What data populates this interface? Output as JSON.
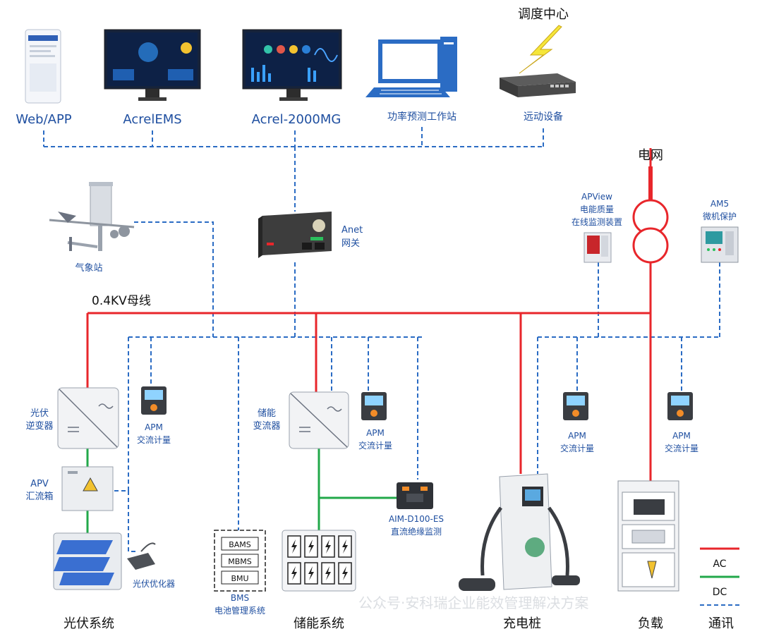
{
  "colors": {
    "ac": "#e8262b",
    "dc": "#22a84a",
    "comm": "#2b6cc4",
    "label_blue": "#1f4fa0",
    "text": "#111111"
  },
  "top_systems": {
    "web_app": "Web/APP",
    "acrel_ems": "AcrelEMS",
    "acrel_2000mg": "Acrel-2000MG",
    "forecast_station": "功率预测工作站",
    "rtu": "远动设备",
    "dispatch_center": "调度中心"
  },
  "gateway": {
    "line1": "Anet",
    "line2": "网关"
  },
  "weather_station": "气象站",
  "grid": "电网",
  "busbar": "0.4KV母线",
  "apview": {
    "line1": "APView",
    "line2": "电能质量",
    "line3": "在线监测装置"
  },
  "am5": {
    "line1": "AM5",
    "line2": "微机保护"
  },
  "pv": {
    "inverter_line1": "光伏",
    "inverter_line2": "逆变器",
    "combiner_line1": "APV",
    "combiner_line2": "汇流箱",
    "optimizer": "光伏优化器",
    "apm_line1": "APM",
    "apm_line2": "交流计量"
  },
  "storage": {
    "pcs_line1": "储能",
    "pcs_line2": "变流器",
    "apm_line1": "APM",
    "apm_line2": "交流计量",
    "aim_line1": "AIM-D100-ES",
    "aim_line2": "直流绝缘监测",
    "bms_layers": [
      "BAMS",
      "MBMS",
      "BMU"
    ],
    "bms_line1": "BMS",
    "bms_line2": "电池管理系统"
  },
  "charger": {
    "apm_line1": "APM",
    "apm_line2": "交流计量"
  },
  "load": {
    "apm_line1": "APM",
    "apm_line2": "交流计量"
  },
  "bottom_labels": {
    "pv_system": "光伏系统",
    "storage_system": "储能系统",
    "charging_pile": "充电桩",
    "load": "负载",
    "comm": "通讯"
  },
  "legend": {
    "ac": "AC",
    "dc": "DC"
  },
  "watermark": "公众号·安科瑞企业能效管理解决方案"
}
